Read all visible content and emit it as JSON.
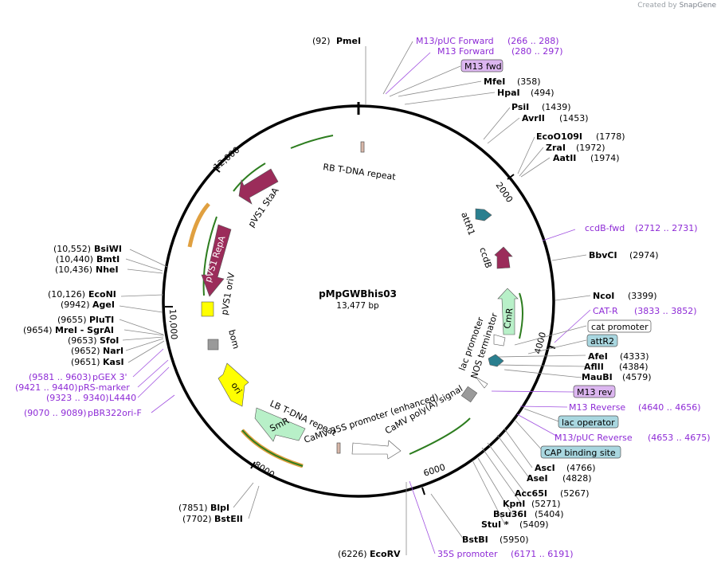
{
  "credit": {
    "created_by": "Created by",
    "brand": "SnapGene"
  },
  "plasmid": {
    "name": "pMpGWBhis03",
    "size": "13,477 bp"
  },
  "ticks": [
    {
      "text": "2000",
      "angle": 55
    },
    {
      "text": "4000",
      "angle": 107
    },
    {
      "text": "6000",
      "angle": 162
    },
    {
      "text": "8000",
      "angle": 213
    },
    {
      "text": "10,000",
      "angle": 267
    },
    {
      "text": "12,000",
      "angle": 321
    }
  ],
  "features": [
    {
      "name": "RB T-DNA repeat",
      "color": "#d8b7a8"
    },
    {
      "name": "pVS1 StaA",
      "color": "#9b2c5a"
    },
    {
      "name": "pVS1 RepA",
      "color": "#9b2c5a"
    },
    {
      "name": "pVS1 oriV",
      "color": "#ffff00"
    },
    {
      "name": "bom",
      "color": "#9a9a9a"
    },
    {
      "name": "ori",
      "color": "#ffff00"
    },
    {
      "name": "SmR",
      "color": "#b8f0c8"
    },
    {
      "name": "LB T-DNA repeat",
      "color": "#d8b7a8"
    },
    {
      "name": "CaMV 35S promoter (enhanced)",
      "color": "#ffffff"
    },
    {
      "name": "CaMV poly(A) signal",
      "color": "#ffffff"
    },
    {
      "name": "lac promoter",
      "color": "#ffffff"
    },
    {
      "name": "NOS terminator",
      "color": "#ffffff"
    },
    {
      "name": "CmR",
      "color": "#b8f0c8"
    },
    {
      "name": "attR1",
      "color": "#2a7f8f"
    },
    {
      "name": "ccdB",
      "color": "#9b2c5a"
    }
  ],
  "labels_right": [
    {
      "enzyme": "M13/pUC Forward",
      "pos": "(266 .. 288)",
      "kind": "primer"
    },
    {
      "enzyme": "M13 Forward",
      "pos": "(280 .. 297)",
      "kind": "primer"
    },
    {
      "enzyme": "M13 fwd",
      "pos": "",
      "kind": "boxed-purple"
    },
    {
      "enzyme": "MfeI",
      "pos": "(358)",
      "kind": "enzyme"
    },
    {
      "enzyme": "HpaI",
      "pos": "(494)",
      "kind": "enzyme"
    },
    {
      "enzyme": "PsiI",
      "pos": "(1439)",
      "kind": "enzyme"
    },
    {
      "enzyme": "AvrII",
      "pos": "(1453)",
      "kind": "enzyme"
    },
    {
      "enzyme": "EcoO109I",
      "pos": "(1778)",
      "kind": "enzyme"
    },
    {
      "enzyme": "ZraI",
      "pos": "(1972)",
      "kind": "enzyme"
    },
    {
      "enzyme": "AatII",
      "pos": "(1974)",
      "kind": "enzyme"
    },
    {
      "enzyme": "ccdB-fwd",
      "pos": "(2712 .. 2731)",
      "kind": "primer"
    },
    {
      "enzyme": "BbvCI",
      "pos": "(2974)",
      "kind": "enzyme"
    },
    {
      "enzyme": "NcoI",
      "pos": "(3399)",
      "kind": "enzyme"
    },
    {
      "enzyme": "CAT-R",
      "pos": "(3833 .. 3852)",
      "kind": "primer"
    },
    {
      "enzyme": "cat promoter",
      "pos": "",
      "kind": "boxed-white"
    },
    {
      "enzyme": "attR2",
      "pos": "",
      "kind": "boxed-teal"
    },
    {
      "enzyme": "AfeI",
      "pos": "(4333)",
      "kind": "enzyme"
    },
    {
      "enzyme": "AflII",
      "pos": "(4384)",
      "kind": "enzyme"
    },
    {
      "enzyme": "MauBI",
      "pos": "(4579)",
      "kind": "enzyme"
    },
    {
      "enzyme": "M13 rev",
      "pos": "",
      "kind": "boxed-purple"
    },
    {
      "enzyme": "M13 Reverse",
      "pos": "(4640 .. 4656)",
      "kind": "primer"
    },
    {
      "enzyme": "lac operator",
      "pos": "",
      "kind": "boxed-teal"
    },
    {
      "enzyme": "M13/pUC Reverse",
      "pos": "(4653 .. 4675)",
      "kind": "primer"
    },
    {
      "enzyme": "CAP binding site",
      "pos": "",
      "kind": "boxed-teal"
    },
    {
      "enzyme": "AscI",
      "pos": "(4766)",
      "kind": "enzyme"
    },
    {
      "enzyme": "AseI",
      "pos": "(4828)",
      "kind": "enzyme"
    },
    {
      "enzyme": "Acc65I",
      "pos": "(5267)",
      "kind": "enzyme"
    },
    {
      "enzyme": "KpnI",
      "pos": "(5271)",
      "kind": "enzyme"
    },
    {
      "enzyme": "Bsu36I",
      "pos": "(5404)",
      "kind": "enzyme"
    },
    {
      "enzyme": "StuI *",
      "pos": "(5409)",
      "kind": "enzyme"
    },
    {
      "enzyme": "BstBI",
      "pos": "(5950)",
      "kind": "enzyme"
    },
    {
      "enzyme": "35S promoter",
      "pos": "(6171 .. 6191)",
      "kind": "primer"
    }
  ],
  "labels_left": [
    {
      "enzyme": "PmeI",
      "pos": "(92)",
      "kind": "enzyme"
    },
    {
      "enzyme": "BsiWI",
      "pos": "(10,552)",
      "kind": "enzyme"
    },
    {
      "enzyme": "BmtI",
      "pos": "(10,440)",
      "kind": "enzyme"
    },
    {
      "enzyme": "NheI",
      "pos": "(10,436)",
      "kind": "enzyme"
    },
    {
      "enzyme": "EcoNI",
      "pos": "(10,126)",
      "kind": "enzyme"
    },
    {
      "enzyme": "AgeI",
      "pos": "(9942)",
      "kind": "enzyme"
    },
    {
      "enzyme": "PluTI",
      "pos": "(9655)",
      "kind": "enzyme"
    },
    {
      "enzyme": "MreI - SgrAI",
      "pos": "(9654)",
      "kind": "enzyme"
    },
    {
      "enzyme": "SfoI",
      "pos": "(9653)",
      "kind": "enzyme"
    },
    {
      "enzyme": "NarI",
      "pos": "(9652)",
      "kind": "enzyme"
    },
    {
      "enzyme": "KasI",
      "pos": "(9651)",
      "kind": "enzyme"
    },
    {
      "enzyme": "pGEX 3'",
      "pos": "(9581 .. 9603)",
      "kind": "primer"
    },
    {
      "enzyme": "pRS-marker",
      "pos": "(9421 .. 9440)",
      "kind": "primer"
    },
    {
      "enzyme": "L4440",
      "pos": "(9323 .. 9340)",
      "kind": "primer"
    },
    {
      "enzyme": "pBR322ori-F",
      "pos": "(9070 .. 9089)",
      "kind": "primer"
    },
    {
      "enzyme": "BlpI",
      "pos": "(7851)",
      "kind": "enzyme"
    },
    {
      "enzyme": "BstEII",
      "pos": "(7702)",
      "kind": "enzyme"
    },
    {
      "enzyme": "EcoRV",
      "pos": "(6226)",
      "kind": "enzyme"
    }
  ]
}
